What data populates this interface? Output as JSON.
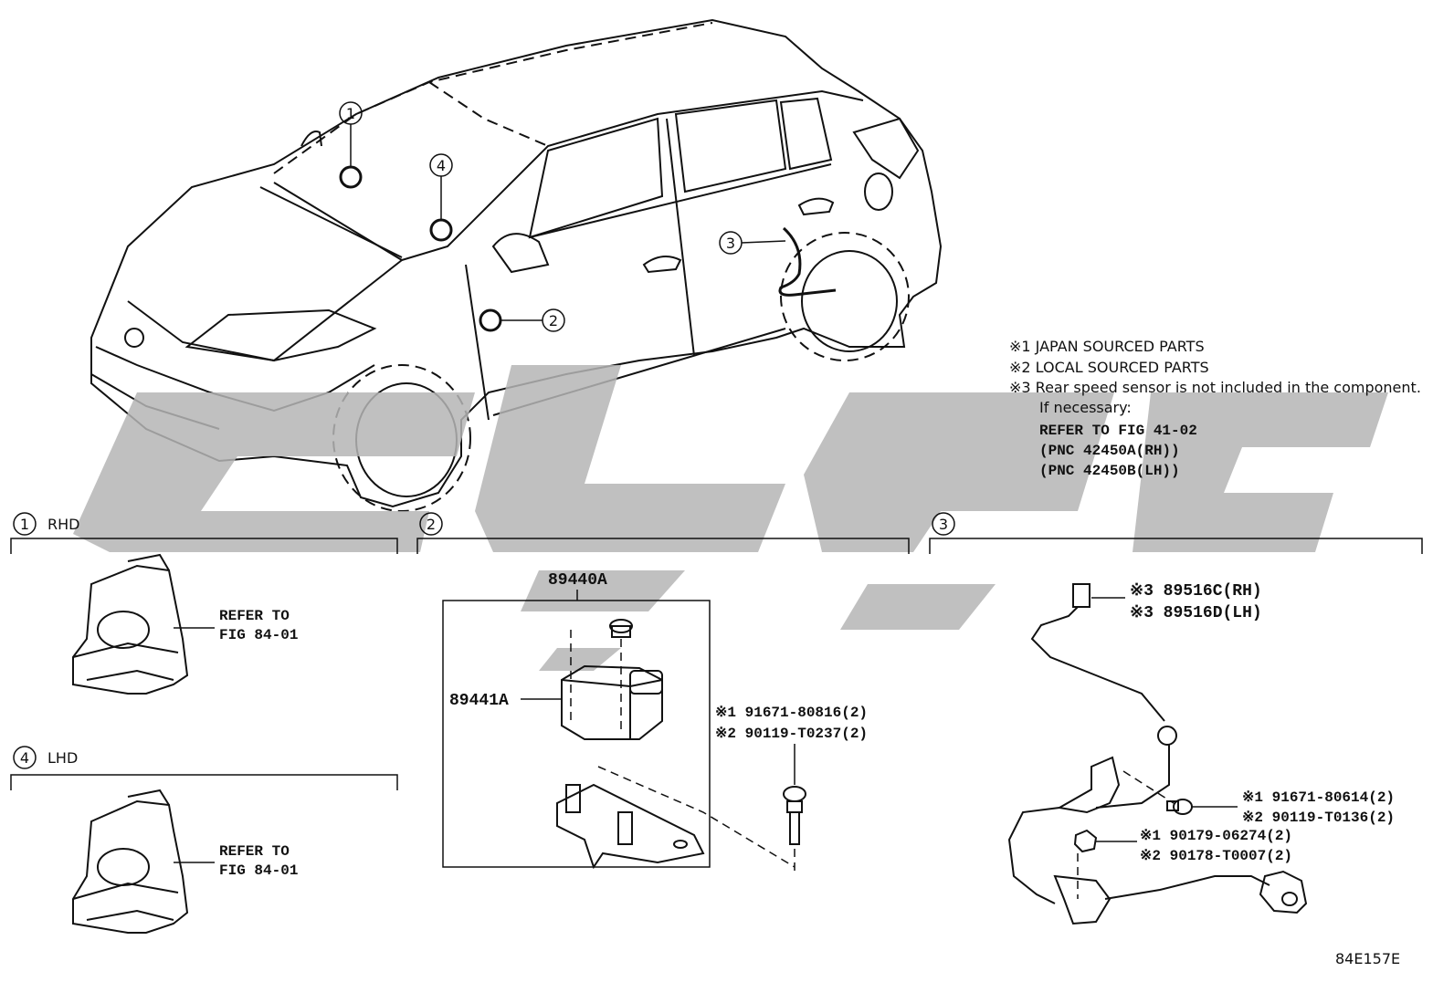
{
  "diagram": {
    "callouts": {
      "c1": "1",
      "c2": "2",
      "c3": "3",
      "c4": "4"
    },
    "notes": {
      "n1": "※1 JAPAN SOURCED PARTS",
      "n2": "※2 LOCAL SOURCED PARTS",
      "n3": "※3 Rear speed sensor is not included in the component.",
      "n4": "If necessary:",
      "n5": "REFER TO FIG 41-02",
      "n6": "(PNC 42450A(RH))",
      "n7": "(PNC 42450B(LH))"
    },
    "section1": {
      "number": "1",
      "label": "RHD",
      "ref_line1": "REFER TO",
      "ref_line2": "FIG 84-01"
    },
    "section4": {
      "number": "4",
      "label": "LHD",
      "ref_line1": "REFER TO",
      "ref_line2": "FIG 84-01"
    },
    "section2": {
      "number": "2",
      "part_assembly": "89440A",
      "part_sensor": "89441A",
      "bolt_part1": "※1 91671-80816(2)",
      "bolt_part2": "※2 90119-T0237(2)"
    },
    "section3": {
      "number": "3",
      "sensor_rh": "※3 89516C(RH)",
      "sensor_lh": "※3 89516D(LH)",
      "bolt1": "※1 91671-80614(2)",
      "bolt2": "※2 90119-T0136(2)",
      "nut1": "※1 90179-06274(2)",
      "nut2": "※2 90178-T0007(2)"
    },
    "figure_id": "84E157E"
  }
}
